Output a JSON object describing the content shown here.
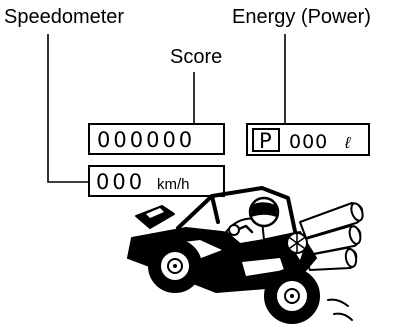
{
  "labels": {
    "speedometer": "Speedometer",
    "energy": "Energy (Power)",
    "score": "Score"
  },
  "panels": {
    "score_value": "000000",
    "speed_value": "000",
    "speed_unit": "km/h",
    "energy_badge": "P",
    "energy_value": "000",
    "energy_unit": "ℓ"
  },
  "colors": {
    "ink": "#000000",
    "paper": "#ffffff"
  },
  "illustration": {
    "subject": "off-road-buggy",
    "driver": "helmeted-driver",
    "exhaust": "three-exhaust-pipes"
  }
}
